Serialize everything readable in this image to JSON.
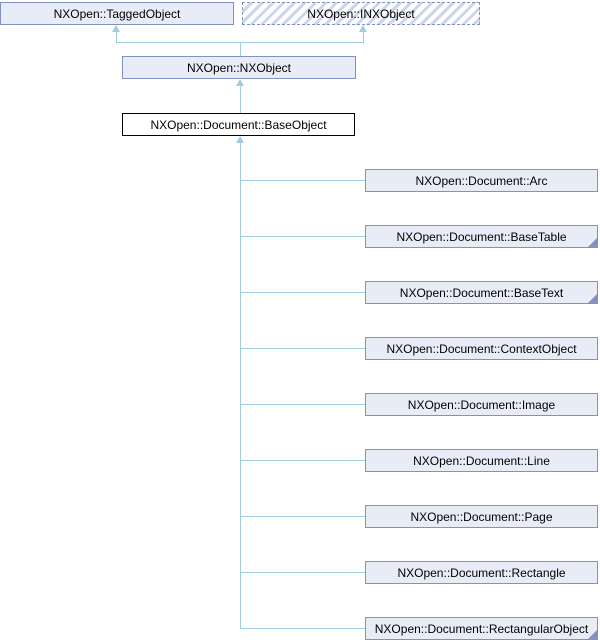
{
  "colors": {
    "node_fill": "#E8ECF7",
    "node_border": "#8191C2",
    "focus_border": "#000000",
    "edge": "#A3CCE0",
    "hatch": "#CBD5EC",
    "text": "#000000"
  },
  "nodes": {
    "tagged_object": {
      "label": "NXOpen::TaggedObject"
    },
    "inx_object": {
      "label": "NXOpen::INXObject"
    },
    "nx_object": {
      "label": "NXOpen::NXObject"
    },
    "base_object": {
      "label": "NXOpen::Document::BaseObject"
    }
  },
  "derived": [
    {
      "label": "NXOpen::Document::Arc",
      "has_subclasses": false
    },
    {
      "label": "NXOpen::Document::BaseTable",
      "has_subclasses": true
    },
    {
      "label": "NXOpen::Document::BaseText",
      "has_subclasses": true
    },
    {
      "label": "NXOpen::Document::ContextObject",
      "has_subclasses": false
    },
    {
      "label": "NXOpen::Document::Image",
      "has_subclasses": false
    },
    {
      "label": "NXOpen::Document::Line",
      "has_subclasses": false
    },
    {
      "label": "NXOpen::Document::Page",
      "has_subclasses": false
    },
    {
      "label": "NXOpen::Document::Rectangle",
      "has_subclasses": false
    },
    {
      "label": "NXOpen::Document::RectangularObject",
      "has_subclasses": true
    }
  ]
}
